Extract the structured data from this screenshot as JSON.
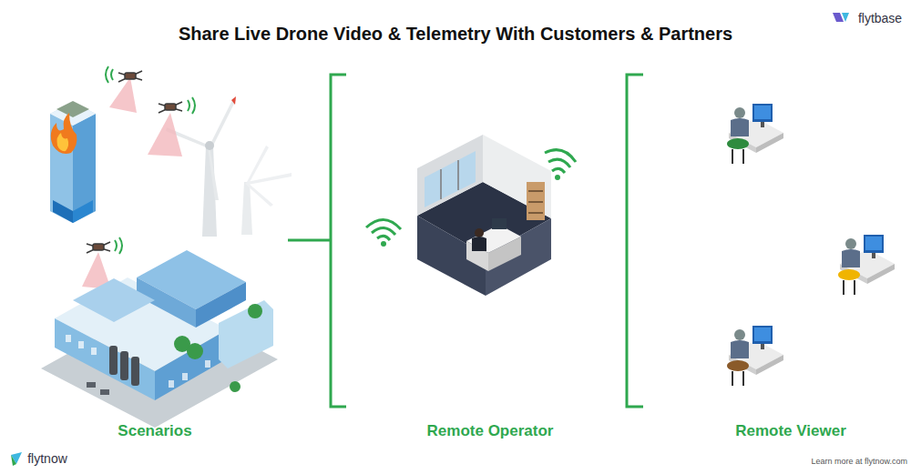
{
  "diagram": {
    "title": "Share Live Drone Video & Telemetry With Customers & Partners",
    "labels": [
      "Scenarios",
      "Remote Operator",
      "Remote Viewer",
      "flytbase",
      "flytnow",
      "Learn more at flytnow.com"
    ]
  }
}
